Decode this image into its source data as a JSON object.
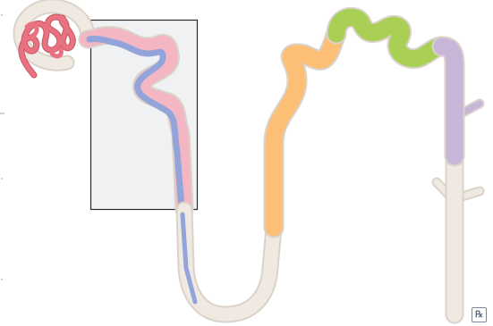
{
  "diagram": {
    "subject": "nephron",
    "highlight_box": "present",
    "segments": [
      {
        "id": "glomerulus",
        "color": "#e8727f"
      },
      {
        "id": "bowman-capsule",
        "color": "#efe9e1"
      },
      {
        "id": "proximal-tubule",
        "color": "#f4b6c2"
      },
      {
        "id": "descending-limb",
        "color": "#93a4db"
      },
      {
        "id": "loop-of-henle",
        "color": "#efe9e1"
      },
      {
        "id": "thick-ascending-limb",
        "color": "#fdbf75"
      },
      {
        "id": "distal-tubule",
        "color": "#a9cf54"
      },
      {
        "id": "connecting-tubule",
        "color": "#c8b6d9"
      },
      {
        "id": "collecting-duct",
        "color": "#efe9e1"
      }
    ],
    "colors": {
      "outline": "#d9d3ca",
      "tube_fill": "#efe9e1",
      "box_fill": "#f0f1f3",
      "box_stroke": "#2b2b2b"
    }
  },
  "badge": {
    "text": "℞"
  }
}
